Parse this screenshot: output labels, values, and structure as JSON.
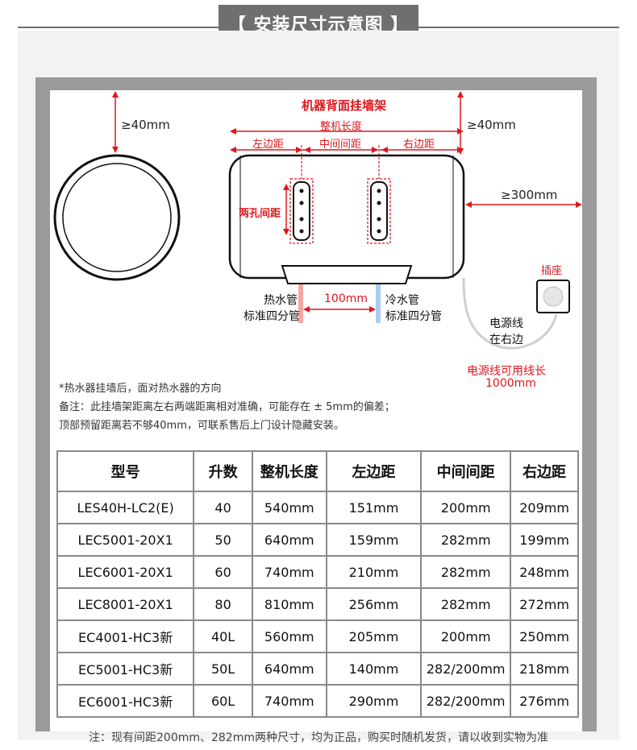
{
  "header": {
    "title": "【 安装尺寸示意图 】"
  },
  "diagram": {
    "top_clearance_left": "≥40mm",
    "top_clearance_right": "≥40mm",
    "side_clearance": "≥300mm",
    "bracket_title": "机器背面挂墙架",
    "total_length_label": "整机长度",
    "left_margin_label": "左边距",
    "middle_gap_label": "中间间距",
    "right_margin_label": "右边距",
    "hole_spacing_label": "两孔间距",
    "pipe_gap_label": "100mm",
    "hot_pipe_line1": "热水管",
    "hot_pipe_line2": "标准四分管",
    "cold_pipe_line1": "冷水管",
    "cold_pipe_line2": "标准四分管",
    "socket_label": "插座",
    "power_cord_line1": "电源线",
    "power_cord_line2": "在右边",
    "cord_length_line1": "电源线可用线长",
    "cord_length_line2": "1000mm",
    "colors": {
      "accent_red": "#e0161b",
      "hot_pipe": "#f4a7a7",
      "cold_pipe": "#a9cdf0",
      "frame_grey": "#9a9a9a"
    }
  },
  "notes": {
    "line1": "*热水器挂墙后，面对热水器的方向",
    "line2": "备注：此挂墙架距离左右两端距离相对准确，可能存在 ± 5mm的偏差；",
    "line3": "顶部预留距离若不够40mm，可联系售后上门设计隐藏安装。"
  },
  "table": {
    "headers": [
      "型号",
      "升数",
      "整机长度",
      "左边距",
      "中间间距",
      "右边距"
    ],
    "rows": [
      [
        "LES40H-LC2(E)",
        "40",
        "540mm",
        "151mm",
        "200mm",
        "209mm"
      ],
      [
        "LEC5001-20X1",
        "50",
        "640mm",
        "159mm",
        "282mm",
        "199mm"
      ],
      [
        "LEC6001-20X1",
        "60",
        "740mm",
        "210mm",
        "282mm",
        "248mm"
      ],
      [
        "LEC8001-20X1",
        "80",
        "810mm",
        "256mm",
        "282mm",
        "272mm"
      ],
      [
        "EC4001-HC3新",
        "40L",
        "560mm",
        "205mm",
        "200mm",
        "250mm"
      ],
      [
        "EC5001-HC3新",
        "50L",
        "640mm",
        "140mm",
        "282/200mm",
        "218mm"
      ],
      [
        "EC6001-HC3新",
        "60L",
        "740mm",
        "290mm",
        "282/200mm",
        "276mm"
      ]
    ]
  },
  "footer": {
    "note": "注：现有间距200mm、282mm两种尺寸，均为正品，购买时随机发货，请以收到实物为准"
  }
}
